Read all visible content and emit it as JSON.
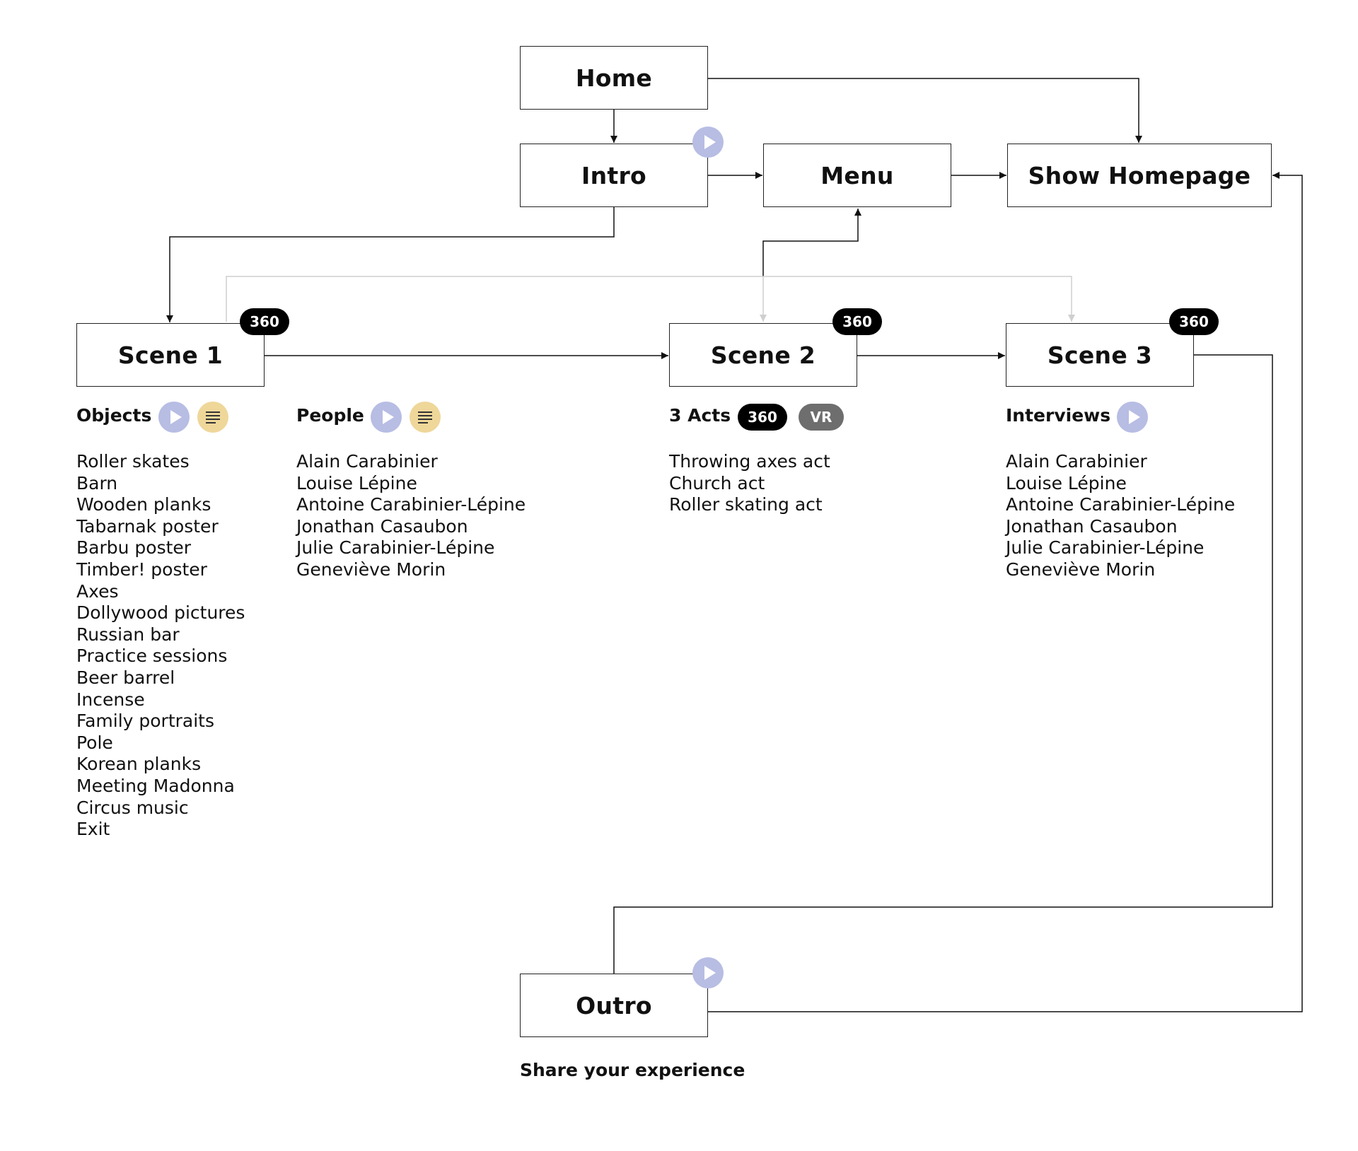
{
  "nodes": {
    "home": "Home",
    "intro": "Intro",
    "menu": "Menu",
    "show_homepage": "Show Homepage",
    "scene1": "Scene 1",
    "scene2": "Scene 2",
    "scene3": "Scene 3",
    "outro": "Outro"
  },
  "badges": {
    "b360": "360",
    "vr": "VR"
  },
  "icons": {
    "play": "play-icon",
    "text": "text-lines-icon"
  },
  "colors": {
    "play_bg": "#b7bde3",
    "text_bg": "#efd79a",
    "vr_bg": "#6e6e6e",
    "menu_link": "#cfcfcf"
  },
  "sections": {
    "objects": {
      "title": "Objects",
      "items": [
        "Roller skates",
        "Barn",
        "Wooden planks",
        "Tabarnak poster",
        "Barbu poster",
        "Timber! poster",
        "Axes",
        "Dollywood pictures",
        "Russian bar",
        "Practice sessions",
        "Beer barrel",
        "Incense",
        "Family portraits",
        "Pole",
        "Korean planks",
        "Meeting Madonna",
        "Circus music",
        "Exit"
      ]
    },
    "people": {
      "title": "People",
      "items": [
        "Alain Carabinier",
        "Louise Lépine",
        "Antoine Carabinier-Lépine",
        "Jonathan Casaubon",
        "Julie Carabinier-Lépine",
        "Geneviève Morin"
      ]
    },
    "acts": {
      "title": "3 Acts",
      "items": [
        "Throwing axes act",
        "Church act",
        "Roller skating act"
      ]
    },
    "interviews": {
      "title": "Interviews",
      "items": [
        "Alain Carabinier",
        "Louise Lépine",
        "Antoine Carabinier-Lépine",
        "Jonathan Casaubon",
        "Julie Carabinier-Lépine",
        "Geneviève Morin"
      ]
    }
  },
  "outro_caption": "Share your experience"
}
